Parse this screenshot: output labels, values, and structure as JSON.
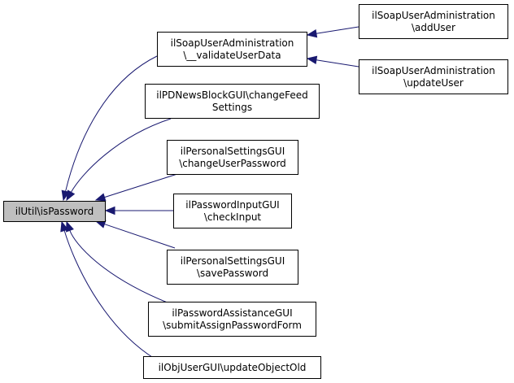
{
  "diagram": {
    "root": {
      "id": "root",
      "lines": [
        "ilUtil\\isPassword"
      ]
    },
    "callers": [
      {
        "id": "validate",
        "lines": [
          "ilSoapUserAdministration",
          "\\__validateUserData"
        ]
      },
      {
        "id": "feed",
        "lines": [
          "ilPDNewsBlockGUI\\changeFeed",
          "Settings"
        ]
      },
      {
        "id": "changepw",
        "lines": [
          "ilPersonalSettingsGUI",
          "\\changeUserPassword"
        ]
      },
      {
        "id": "checkinput",
        "lines": [
          "ilPasswordInputGUI",
          "\\checkInput"
        ]
      },
      {
        "id": "savepw",
        "lines": [
          "ilPersonalSettingsGUI",
          "\\savePassword"
        ]
      },
      {
        "id": "assign",
        "lines": [
          "ilPasswordAssistanceGUI",
          "\\submitAssignPasswordForm"
        ]
      },
      {
        "id": "updateold",
        "lines": [
          "ilObjUserGUI\\updateObjectOld"
        ]
      }
    ],
    "second_level": [
      {
        "id": "adduser",
        "lines": [
          "ilSoapUserAdministration",
          "\\addUser"
        ]
      },
      {
        "id": "updateuser",
        "lines": [
          "ilSoapUserAdministration",
          "\\updateUser"
        ]
      }
    ],
    "edges": [
      {
        "from": "validate",
        "to": "root"
      },
      {
        "from": "feed",
        "to": "root"
      },
      {
        "from": "changepw",
        "to": "root"
      },
      {
        "from": "checkinput",
        "to": "root"
      },
      {
        "from": "savepw",
        "to": "root"
      },
      {
        "from": "assign",
        "to": "root"
      },
      {
        "from": "updateold",
        "to": "root"
      },
      {
        "from": "adduser",
        "to": "validate"
      },
      {
        "from": "updateuser",
        "to": "validate"
      }
    ],
    "colors": {
      "edge": "#191970",
      "root_fill": "#bfbfbf",
      "node_fill": "#ffffff",
      "border": "#000000"
    }
  }
}
